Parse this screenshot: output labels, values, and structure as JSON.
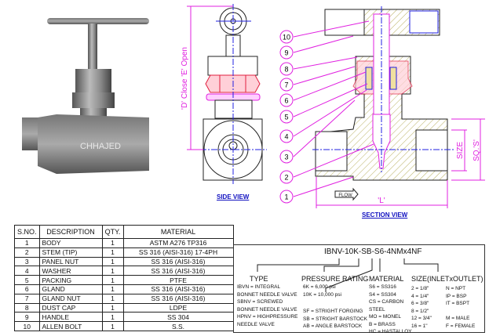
{
  "photo": {
    "watermark": "CHHAJED"
  },
  "side_view": {
    "title": "SIDE VIEW",
    "dimension": "'D' Close 'E' Open"
  },
  "section_view": {
    "title": "SECTION VIEW",
    "flow": "FLOW",
    "length": "'L'",
    "size": "SIZE",
    "square": "SQ.'S'",
    "balloons": [
      "10",
      "9",
      "8",
      "7",
      "6",
      "5",
      "4",
      "3",
      "2",
      "1"
    ]
  },
  "bom": {
    "headers": [
      "S.NO.",
      "DESCRIPTION",
      "QTY.",
      "MATERIAL"
    ],
    "rows": [
      [
        "1",
        "BODY",
        "1",
        "ASTM A276 TP316"
      ],
      [
        "2",
        "STEM (TIP)",
        "1",
        "SS 316 (AISI-316) 17-4PH"
      ],
      [
        "3",
        "PANEL NUT",
        "1",
        "SS 316 (AISI-316)"
      ],
      [
        "4",
        "WASHER",
        "1",
        "SS 316 (AISI-316)"
      ],
      [
        "5",
        "PACKING",
        "1",
        "PTFE"
      ],
      [
        "6",
        "GLAND",
        "1",
        "SS 316 (AISI-316)"
      ],
      [
        "7",
        "GLAND NUT",
        "1",
        "SS 316 (AISI-316)"
      ],
      [
        "8",
        "DUST CAP",
        "1",
        "LDPE"
      ],
      [
        "9",
        "HANDLE",
        "1",
        "SS 304"
      ],
      [
        "10",
        "ALLEN BOLT",
        "1",
        "S.S."
      ]
    ]
  },
  "order_code": {
    "code": "IBNV-10K-SB-S6-4NMx4NF",
    "type": {
      "title": "TYPE",
      "lines": [
        "IBVN = INTEGRAL",
        "BONNET NEEDLE VALVE",
        "SBNV = SCREWED",
        "BONNET NEEDLE VALVE",
        "HPNV = HIGHPRESSURE",
        "NEEDLE VALVE"
      ]
    },
    "pressure": {
      "title": "PRESSURE RATING",
      "lines": [
        "6K = 6,000 psi",
        "10K = 10,000 psi"
      ]
    },
    "forging": {
      "lines": [
        "SF = STRIGHT FORGING",
        "SB = STRIGHT BARSTOCK",
        "AB = ANGLE BARSTOCK"
      ]
    },
    "material": {
      "title": "MATERIAL",
      "lines": [
        "S6 = SS316",
        "S4 = SS304",
        "CS = CARBON",
        "STEEL",
        "MO = MONEL",
        "B = BRASS",
        "HC = HASTALLOY"
      ]
    },
    "size": {
      "title": "SIZE(INLETxOUTLET)",
      "lines": [
        "2 = 1/8\"",
        "4 = 1/4\"",
        "6 = 3/8\"",
        "8 = 1/2\"",
        "12 = 3/4\"",
        "16 = 1\""
      ],
      "thread": [
        "N = NPT",
        "IP = BSP",
        "IT = BSPT",
        "",
        "M = MALE",
        "F = FEMALE"
      ]
    }
  }
}
